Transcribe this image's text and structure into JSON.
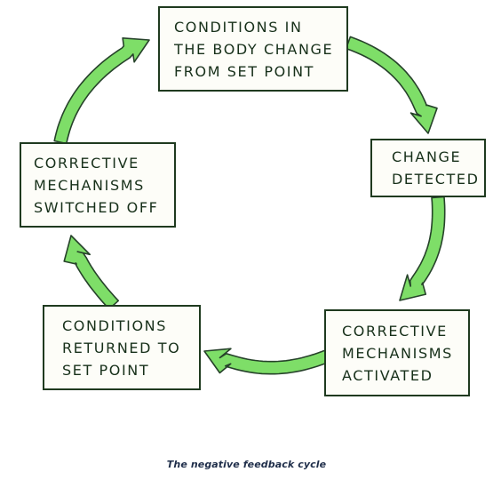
{
  "diagram": {
    "colors": {
      "arrow_fill": "#7ede68",
      "arrow_stroke": "#26422a",
      "box_border": "#1f3a1f",
      "text": "#17301a"
    },
    "boxes": {
      "top": {
        "lines": [
          "CONDITIONS  IN",
          "THE  BODY  CHANGE",
          "FROM  SET  POINT"
        ]
      },
      "right": {
        "lines": [
          "CHANGE",
          "DETECTED"
        ]
      },
      "bottom_right": {
        "lines": [
          "CORRECTIVE",
          "MECHANISMS",
          "ACTIVATED"
        ]
      },
      "bottom_left": {
        "lines": [
          "CONDITIONS",
          "RETURNED  TO",
          "SET  POINT"
        ]
      },
      "left": {
        "lines": [
          "CORRECTIVE",
          "MECHANISMS",
          "SWITCHED  OFF"
        ]
      }
    }
  },
  "caption": "The negative feedback cycle"
}
